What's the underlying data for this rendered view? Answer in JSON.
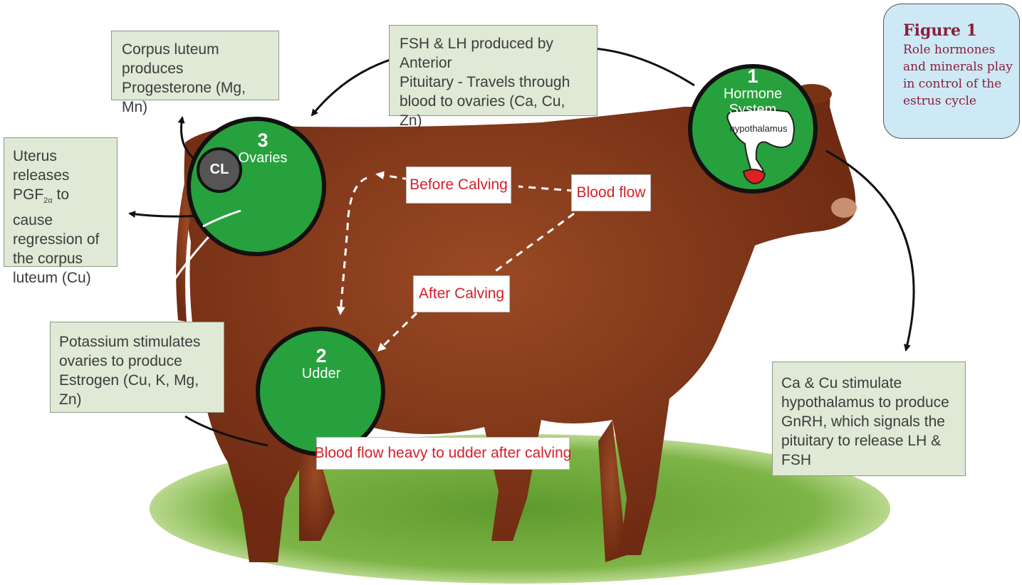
{
  "figure": {
    "title": "Figure 1",
    "caption_lines": [
      "Role hormones",
      "and minerals play",
      "in control of the",
      "estrus cycle"
    ]
  },
  "circles": {
    "hormone_system": {
      "number": "1",
      "label": "Hormone System",
      "inner_label": "hypothalamus"
    },
    "udder": {
      "number": "2",
      "label": "Udder"
    },
    "ovaries": {
      "number": "3",
      "label": "Ovaries"
    },
    "cl": {
      "label": "CL"
    }
  },
  "notes": {
    "corpus_luteum": [
      "Corpus luteum produces",
      "Progesterone (Mg, Mn)"
    ],
    "fsh_lh": [
      "FSH & LH produced by Anterior",
      "Pituitary - Travels through",
      "blood to ovaries (Ca, Cu, Zn)"
    ],
    "uterus": {
      "line1": "Uterus releases",
      "pgf_main": "PGF",
      "pgf_sub": "2α",
      "pgf_rest": " to cause",
      "rest_lines": [
        "regression of",
        "the corpus",
        "luteum (Cu)"
      ]
    },
    "potassium": [
      "Potassium stimulates",
      "ovaries to produce",
      "Estrogen (Cu, K, Mg, Zn)"
    ],
    "ca_cu": [
      "Ca & Cu stimulate",
      "hypothalamus to produce",
      "GnRH, which signals the",
      "pituitary to release LH & FSH"
    ]
  },
  "labels": {
    "before_calving": "Before Calving",
    "blood_flow": "Blood flow",
    "after_calving": "After Calving",
    "heavy_flow": "Blood flow heavy to udder after calving"
  },
  "colors": {
    "circle_fill": "#27a13d",
    "circle_stroke": "#111111",
    "note_bg": "#dfe9d6",
    "label_text": "#d4202a",
    "figure_bg": "#cde9f5",
    "figure_text": "#8a1e3e",
    "cow": "#8e3c1d",
    "grass": "#5f9a2e"
  }
}
